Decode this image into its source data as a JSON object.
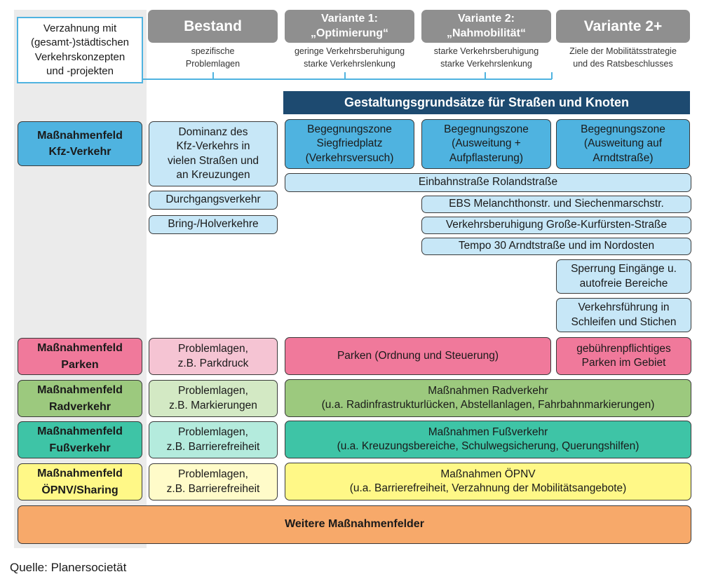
{
  "intro": "Verzahnung mit\n(gesamt-)städtischen\nVerkehrskonzepten\nund -projekten",
  "columns": [
    {
      "title": "Bestand",
      "subtitle": "spezifische\nProblemlagen"
    },
    {
      "title": "Variante 1:\n„Optimierung“",
      "subtitle": "geringe Verkehrsberuhigung\nstarke Verkehrslenkung"
    },
    {
      "title": "Variante 2:\n„Nahmobilität“",
      "subtitle": "starke Verkehrsberuhigung\nstarke Verkehrslenkung"
    },
    {
      "title": "Variante 2+",
      "subtitle": "Ziele der Mobilitätsstrategie\nund des Ratsbeschlusses"
    }
  ],
  "banner": "Gestaltungsgrundsätze für Straßen und Knoten",
  "fields": {
    "kfz": "Maßnahmenfeld\nKfz-Verkehr",
    "parken": "Maßnahmenfeld\nParken",
    "rad": "Maßnahmenfeld\nRadverkehr",
    "fuss": "Maßnahmenfeld\nFußverkehr",
    "oepnv": "Maßnahmenfeld\nÖPNV/Sharing"
  },
  "kfz": {
    "bestand_1": "Dominanz des\nKfz-Verkehrs in\nvielen Straßen und\nan Kreuzungen",
    "bestand_2": "Durchgangsverkehr",
    "bestand_3": "Bring-/Holverkehre",
    "v1_zone": "Begegnungszone\nSiegfriedplatz\n(Verkehrsversuch)",
    "v2_zone": "Begegnungszone\n(Ausweitung +\nAufpflasterung)",
    "v2plus_zone": "Begegnungszone\n(Ausweitung auf\nArndtstraße)",
    "einbahn": "Einbahnstraße Rolandstraße",
    "ebs": "EBS Melanchthonstr. und Siechenmarschstr.",
    "beruhigung": "Verkehrsberuhigung Große-Kurfürsten-Straße",
    "tempo30": "Tempo 30 Arndtstraße und im Nordosten",
    "sperrung": "Sperrung Eingänge u.\nautofreie Bereiche",
    "schleifen": "Verkehrsführung in\nSchleifen und Stichen"
  },
  "parken": {
    "bestand": "Problemlagen,\nz.B. Parkdruck",
    "v1_v2": "Parken (Ordnung und Steuerung)",
    "v2plus": "gebührenpflichtiges\nParken im Gebiet"
  },
  "rad": {
    "bestand": "Problemlagen,\nz.B. Markierungen",
    "massnahmen": "Maßnahmen Radverkehr\n(u.a. Radinfrastrukturlücken, Abstellanlagen, Fahrbahnmarkierungen)"
  },
  "fuss": {
    "bestand": "Problemlagen,\nz.B. Barrierefreiheit",
    "massnahmen": "Maßnahmen Fußverkehr\n(u.a. Kreuzungsbereiche, Schulwegsicherung, Querungshilfen)"
  },
  "oepnv": {
    "bestand": "Problemlagen,\nz.B. Barrierefreiheit",
    "massnahmen": "Maßnahmen ÖPNV\n(u.a. Barrierefreiheit, Verzahnung der Mobilitätsangebote)"
  },
  "weitere": "Weitere Maßnahmenfelder",
  "source": "Quelle: Planersocietät",
  "colors": {
    "header_gray": "#8f8f8f",
    "banner_navy": "#1d4a70",
    "kfz_blue": "#4fb3e0",
    "kfz_light": "#c7e7f7",
    "parken_pink": "#f0799b",
    "rad_green": "#9cc97e",
    "fuss_teal": "#3ec4a6",
    "oepnv_yellow": "#fff887",
    "weitere_orange": "#f7a96a",
    "connector_blue": "#4fb3e0"
  }
}
